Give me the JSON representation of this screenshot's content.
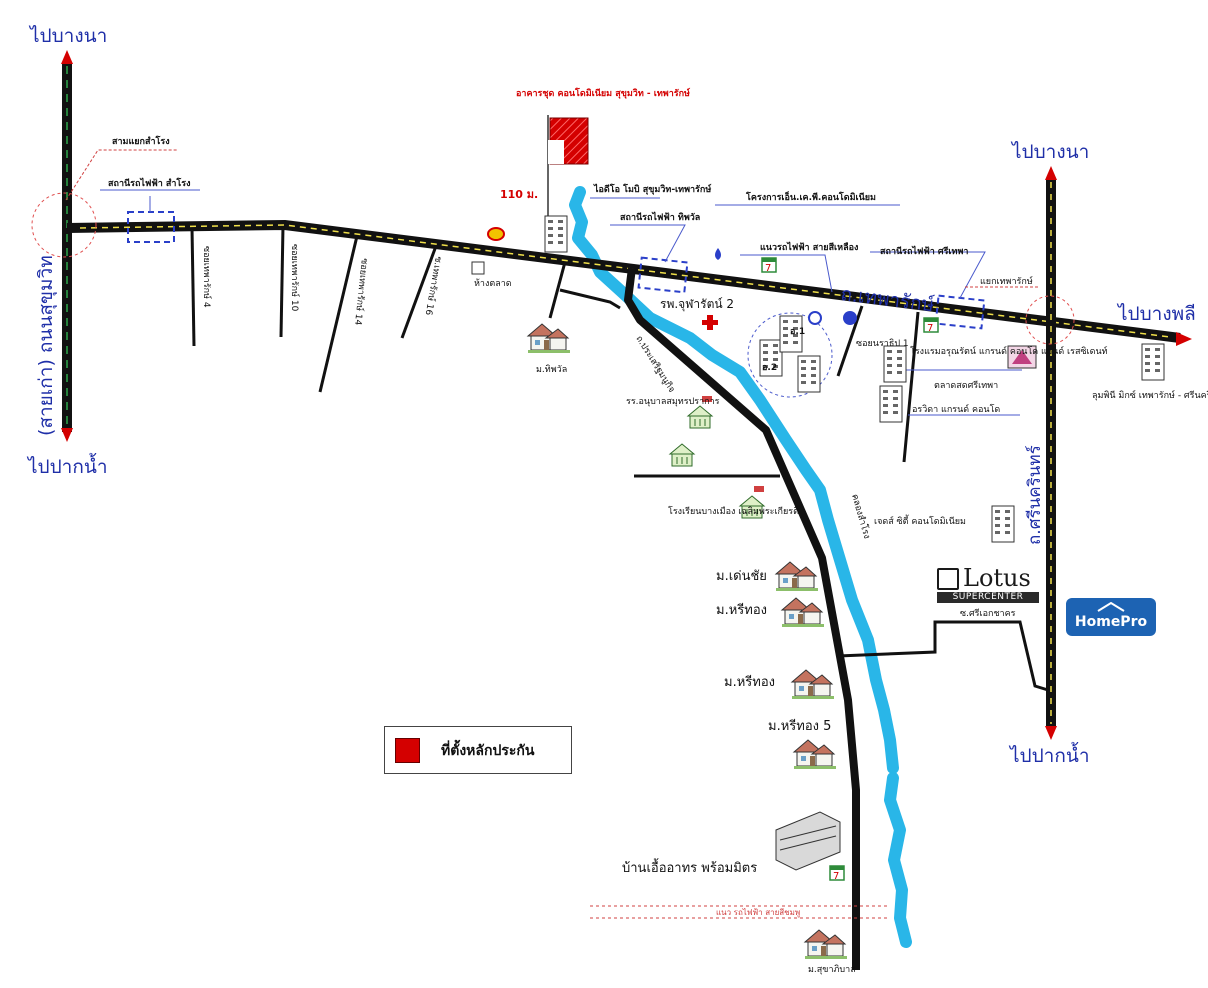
{
  "map": {
    "directions": {
      "left_top": "ไปบางนา",
      "left_bottom": "ไปปากน้ำ",
      "right_top": "ไปบางนา",
      "right_bottom": "ไปปากน้ำ",
      "right_east": "ไปบางพลี"
    },
    "roads": {
      "sukhumvit": "(สายเก่า) ถนนสุขุมวิท",
      "thepharak": "ถ.เทพารักษ์",
      "srinakarin": "ถ.ศรีนครินทร์",
      "prasertmanukit": "ถ.ประเสริฐมนูกิจ"
    },
    "sois": {
      "soi4": "ซอยเทพารักษ์ 4",
      "soi10": "ซอยเทพารักษ์ 10",
      "soi14": "ซอยเทพารักษ์ 14",
      "soi16": "ซ.เทพารักษ์ 16"
    },
    "labels": {
      "samrong_junction": "สามแยกสำโรง",
      "bts_samrong": "สถานีรถไฟฟ้า สำโรง",
      "property": "อาคารชุด คอนโดมิเนียม สุขุมวิท - เทพารักษ์",
      "distance": "110 ม.",
      "ideo": "ไอดีโอ โมบิ สุขุมวิท-เทพารักษ์",
      "bts_sirat": "สถานีรถไฟฟ้า ทิพวัล",
      "condo_project": "โครงการเอ็น.เค.พี.คอนโดมิเนียม",
      "yellow_line": "แนวรถไฟฟ้า สายสีเหลือง",
      "bts_srithepa": "สถานีรถไฟฟ้า ศรีเทพา",
      "thepharak_junction": "แยกเทพารักษ์",
      "hospital": "รพ.จุฬารัตน์ 2",
      "tesco": "ห้างตลาด",
      "village_thip": "ม.ทิพวัล",
      "school_1": "รร.อนุบาลสมุทรปราการ",
      "school_2": "โรงเรียนบางเมือง เฉลิมพระเกียรติ",
      "condo_a1": "อ.1",
      "condo_a2": "อ.2",
      "condo_paradee": "ซอยนราธิป 1",
      "condo_harris": "โรงแรมอรุณรัตน์ แกรนด์ คอนโด แอนด์ เรสซิเดนท์",
      "market": "ตลาดสดศรีเทพา",
      "arita": "อรวิดา แกรนด์ คอนโด",
      "lumpini": "ลุมพินี มิกซ์ เทพารักษ์ - ศรีนครินทร์",
      "canal": "คลองสำโรง",
      "j_condo": "เจดส์ ซิตี้ คอนโดมิเนียม",
      "lotus_road": "ซ.ศรีเอกชาคร",
      "village_den": "ม.เด่นชัย",
      "village_sri1": "ม.หรีทอง",
      "village_sri2": "ม.หรีทอง",
      "village_sri5": "ม.หรีทอง 5",
      "ban_ua": "บ้านเอื้ออาทร พร้อมมิตร",
      "canal_line": "แนว รถไฟฟ้า สายสีชมพู",
      "village_suk": "ม.สุขาภิบาล"
    },
    "brands": {
      "lotus_name": "Lotus",
      "lotus_sub": "SUPERCENTER",
      "homepro": "HomePro",
      "seven": "7"
    },
    "legend": {
      "label": "ที่ตั้งหลักประกัน"
    },
    "colors": {
      "road": "#111111",
      "canal": "#29b6e8",
      "property": "#d40000",
      "arrow": "#d40000",
      "direction_text": "#1f2fa8",
      "bts_marker": "#2a3fc9",
      "road_center": "#f0e04a"
    }
  }
}
